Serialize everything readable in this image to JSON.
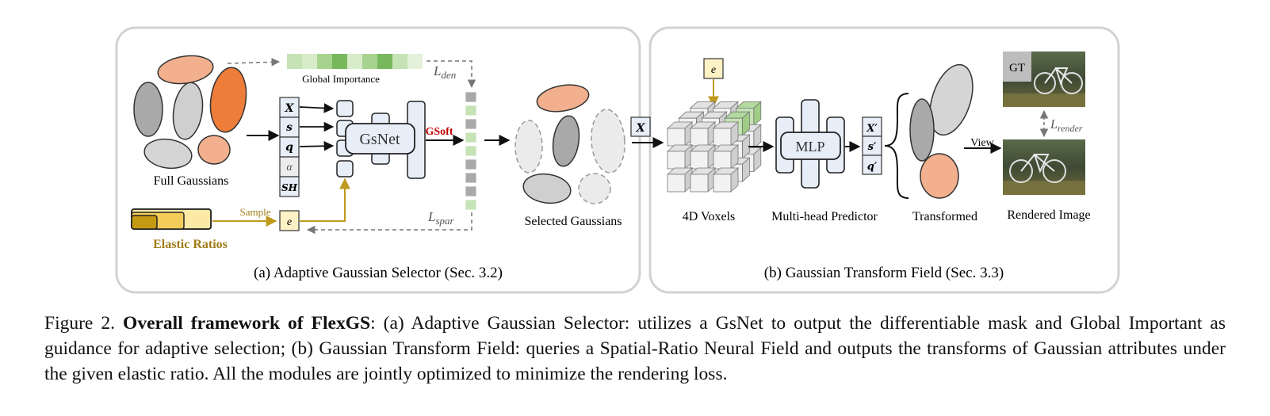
{
  "panel_a": {
    "caption": "(a) Adaptive Gaussian Selector (Sec. 3.2)",
    "full_gaussians_label": "Full Gaussians",
    "global_importance_label": "Global Importance",
    "loss_den_main": "L",
    "loss_den_sub": "den",
    "loss_spar_main": "L",
    "loss_spar_sub": "spar",
    "attributes": [
      "X",
      "s",
      "q",
      "α",
      "SH"
    ],
    "gsnet_label": "GsNet",
    "gsoft_label": "GSoft",
    "sample_label": "Sample",
    "e_label": "e",
    "elastic_ratios_label": "Elastic Ratios",
    "selected_gaussians_label": "Selected Gaussians"
  },
  "panel_b": {
    "caption": "(b) Gaussian Transform Field (Sec. 3.3)",
    "x_input_label": "X",
    "e_label": "e",
    "voxels_label": "4D Voxels",
    "mlp_label": "MLP",
    "predictor_label": "Multi-head Predictor",
    "outputs": [
      "X′",
      "s′",
      "q′"
    ],
    "transformed_label": "Transformed",
    "view_label": "View",
    "gt_label": "GT",
    "loss_render_main": "L",
    "loss_render_sub": "render",
    "rendered_label": "Rendered Image"
  },
  "caption": {
    "prefix": "Figure 2. ",
    "bold": "Overall framework of FlexGS",
    "rest": ": (a) Adaptive Gaussian Selector: utilizes a GsNet to output the differentiable mask and Global Important as guidance for adaptive selection; (b) Gaussian Transform Field: queries a Spatial-Ratio Neural Field and outputs the transforms of Gaussian attributes under the given elastic ratio. All the modules are jointly optimized to minimize the rendering loss."
  },
  "colors": {
    "orange_light": "#f2b08e",
    "orange_dark": "#ee7d3a",
    "gray_dark": "#a9a9a9",
    "gray_light": "#d2d2d2",
    "green_light": "#c5e3b5",
    "green_dark": "#77b85c",
    "gold": "#c09a1e",
    "elastic_text": "#a07c18",
    "gsoft_red": "#c00000",
    "blue_box": "#e7eef8"
  }
}
